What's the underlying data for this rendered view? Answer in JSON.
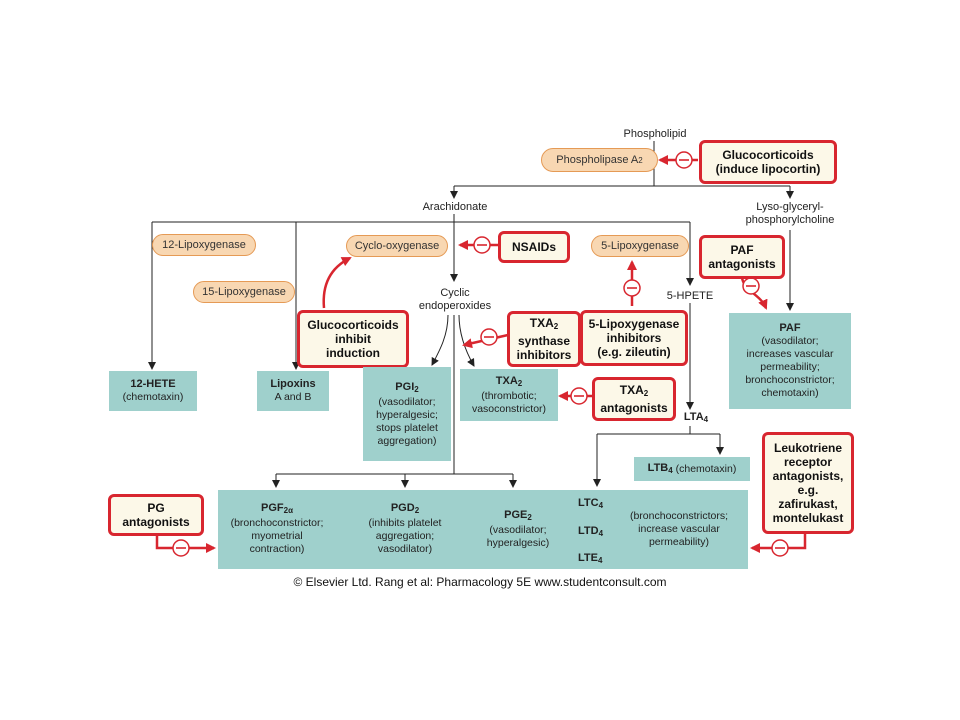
{
  "nodes": {
    "phospholipid": "Phospholipid",
    "arachidonate": "Arachidonate",
    "lyso_line1": "Lyso-glyceryl-",
    "lyso_line2": "phosphorylcholine",
    "cyclic_line1": "Cyclic",
    "cyclic_line2": "endoperoxides",
    "hpete": "5-HPETE",
    "lta4": "LTA",
    "lta4_sub": "4"
  },
  "enzymes": {
    "phospholipase": "Phospholipase A",
    "phospholipase_sub": "2",
    "lipoxygenase12": "12-Lipoxygenase",
    "lipoxygenase15": "15-Lipoxygenase",
    "cyclooxygenase": "Cyclo-oxygenase",
    "lipoxygenase5": "5-Lipoxygenase"
  },
  "inhibitors": {
    "glucocorticoids_top_1": "Glucocorticoids",
    "glucocorticoids_top_2": "(induce lipocortin)",
    "nsaids": "NSAIDs",
    "paf_ant_1": "PAF",
    "paf_ant_2": "antagonists",
    "gluco_ind_1": "Glucocorticoids",
    "gluco_ind_2": "inhibit",
    "gluco_ind_3": "induction",
    "txa2_synth_1": "TXA",
    "txa2_synth_sub": "2",
    "txa2_synth_2": "synthase",
    "txa2_synth_3": "inhibitors",
    "lox5_inh_1": "5-Lipoxygenase",
    "lox5_inh_2": "inhibitors",
    "lox5_inh_3": "(e.g. zileutin)",
    "txa2_ant_1": "TXA",
    "txa2_ant_sub": "2",
    "txa2_ant_2": "antagonists",
    "lt_ant_1": "Leukotriene",
    "lt_ant_2": "receptor",
    "lt_ant_3": "antagonists,",
    "lt_ant_4": "e.g.",
    "lt_ant_5": "zafirukast,",
    "lt_ant_6": "montelukast",
    "pg_ant_1": "PG",
    "pg_ant_2": "antagonists",
    "minus": "−"
  },
  "products": {
    "hete12_title": "12-HETE",
    "hete12_desc": "(chemotaxin)",
    "lipoxins_title": "Lipoxins",
    "lipoxins_desc": "A and B",
    "pgi2_title": "PGI",
    "pgi2_sub": "2",
    "pgi2_d1": "(vasodilator;",
    "pgi2_d2": "hyperalgesic;",
    "pgi2_d3": "stops platelet",
    "pgi2_d4": "aggregation)",
    "txa2_title": "TXA",
    "txa2_sub": "2",
    "txa2_d1": "(thrombotic;",
    "txa2_d2": "vasoconstrictor)",
    "paf_title": "PAF",
    "paf_d1": "(vasodilator;",
    "paf_d2": "increases vascular",
    "paf_d3": "permeability;",
    "paf_d4": "bronchoconstrictor;",
    "paf_d5": "chemotaxin)",
    "ltb4_title": "LTB",
    "ltb4_sub": "4",
    "ltb4_desc": "(chemotaxin)",
    "pgf_title": "PGF",
    "pgf_sub": "2α",
    "pgf_d1": "(bronchoconstrictor;",
    "pgf_d2": "myometrial",
    "pgf_d3": "contraction)",
    "pgd_title": "PGD",
    "pgd_sub": "2",
    "pgd_d1": "(inhibits platelet",
    "pgd_d2": "aggregation;",
    "pgd_d3": "vasodilator)",
    "pge_title": "PGE",
    "pge_sub": "2",
    "pge_d1": "(vasodilator;",
    "pge_d2": "hyperalgesic)",
    "ltc4": "LTC",
    "ltc4_sub": "4",
    "ltd4": "LTD",
    "ltd4_sub": "4",
    "lte4": "LTE",
    "lte4_sub": "4",
    "lt_d1": "(bronchoconstrictors;",
    "lt_d2": "increase vascular",
    "lt_d3": "permeability)"
  },
  "copyright": "© Elsevier Ltd. Rang et al: Pharmacology 5E www.studentconsult.com",
  "colors": {
    "inhibitor_border": "#d8262f",
    "enzyme_fill": "#f8d7b2",
    "product_fill": "#9fd0cc"
  }
}
